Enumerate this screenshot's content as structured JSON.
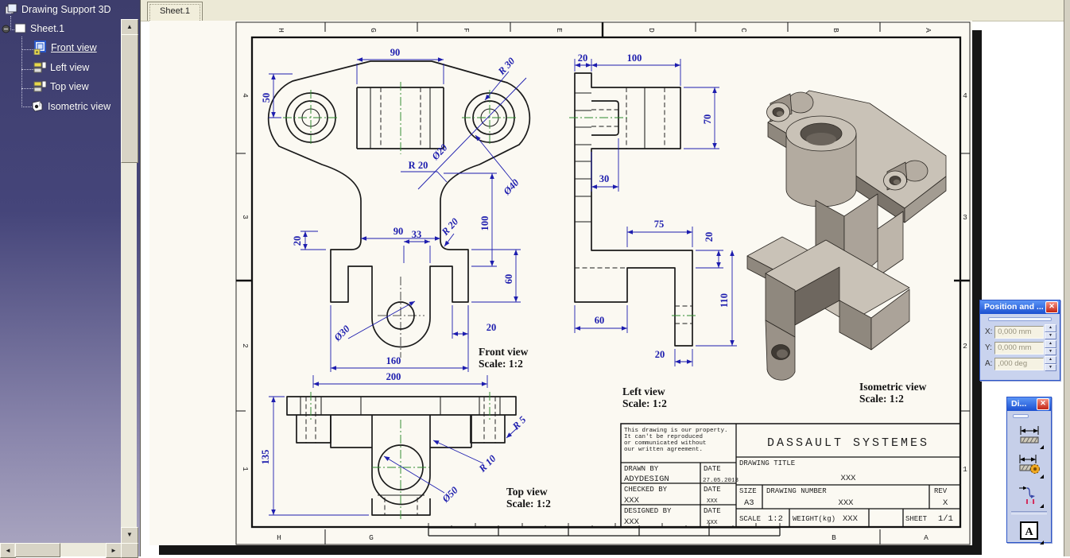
{
  "tree": {
    "root": "Drawing Support 3D",
    "sheet": "Sheet.1",
    "views": [
      "Front view",
      "Left view",
      "Top view",
      "Isometric view"
    ]
  },
  "tab": {
    "label": "Sheet.1"
  },
  "sheet": {
    "zone_letters": [
      "H",
      "G",
      "F",
      "E",
      "D",
      "C",
      "B",
      "A"
    ],
    "zone_numbers": [
      "4",
      "3",
      "2",
      "1"
    ],
    "views": {
      "front": {
        "name": "Front view",
        "scale": "Scale: 1:2",
        "dims": {
          "t90": "90",
          "l50": "50",
          "r30": "R 30",
          "d20": "Ø20",
          "d40": "Ø40",
          "r20a": "R 20",
          "m90": "90",
          "l20": "20",
          "w33": "33",
          "r20b": "R 20",
          "v100": "100",
          "v60": "60",
          "leg20": "20",
          "d30": "Ø30",
          "w160": "160",
          "w200": "200"
        }
      },
      "left": {
        "name": "Left view",
        "scale": "Scale: 1:2",
        "dims": {
          "t20": "20",
          "t100": "100",
          "r70": "70",
          "b30": "30",
          "a75": "75",
          "r20": "20",
          "v110": "110",
          "b60": "60",
          "c20": "20"
        }
      },
      "top": {
        "name": "Top view",
        "scale": "Scale: 1:2",
        "dims": {
          "v135": "135",
          "r5": "R 5",
          "r10": "R 10",
          "d50": "Ø50"
        }
      },
      "iso": {
        "name": "Isometric view",
        "scale": "Scale: 1:2"
      }
    },
    "title_block": {
      "notice1": "This drawing is our property.",
      "notice2": "It can't be reproduced",
      "notice3": "or communicated without",
      "notice4": "our written agreement.",
      "company": "DASSAULT SYSTEMES",
      "drawn_by_label": "DRAWN BY",
      "drawn_by": "ADYDESIGN",
      "date_label": "DATE",
      "drawn_date": "27.05.2013",
      "checked_by_label": "CHECKED BY",
      "checked_by": "XXX",
      "checked_date": "XXX",
      "designed_by_label": "DESIGNED BY",
      "designed_by": "XXX",
      "designed_date": "XXX",
      "drawing_title_label": "DRAWING TITLE",
      "drawing_title": "XXX",
      "size_label": "SIZE",
      "size": "A3",
      "number_label": "DRAWING NUMBER",
      "number": "XXX",
      "rev_label": "REV",
      "rev": "X",
      "scale_label": "SCALE",
      "scale": "1:2",
      "weight_label": "WEIGHT(kg)",
      "weight": "XXX",
      "sheet_label": "SHEET",
      "sheet_num": "1/1"
    }
  },
  "position_palette": {
    "title": "Position and ...",
    "close": "x",
    "x_label": "X:",
    "x_value": "0,000 mm",
    "y_label": "Y:",
    "y_value": "0,000 mm",
    "a_label": "A:",
    "a_value": ",000 deg"
  },
  "dim_toolbar": {
    "title": "Di...",
    "close": "x"
  },
  "colors": {
    "dim_blue": "#1d1dae",
    "center_green": "#2e8b2e",
    "palette_blue": "#2c55c8",
    "paper": "#fbf9f2"
  }
}
